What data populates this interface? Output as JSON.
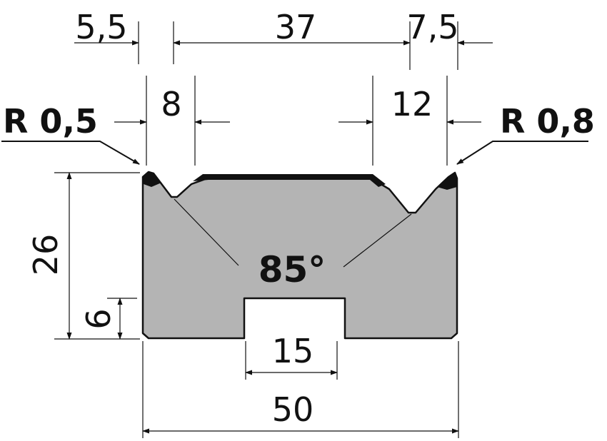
{
  "diagram": {
    "dimensions": {
      "left_offset": "5,5",
      "center_width": "37",
      "right_offset": "7,5",
      "left_v_width": "8",
      "right_v_width": "12",
      "left_radius": "R 0,5",
      "right_radius": "R 0,8",
      "height": "26",
      "slot_depth": "6",
      "slot_width": "15",
      "total_width": "50",
      "v_angle": "85°"
    },
    "colors": {
      "body_fill": "#b4b4b4",
      "outline": "#111111",
      "top_strip": "#111111",
      "background": "#ffffff"
    }
  }
}
